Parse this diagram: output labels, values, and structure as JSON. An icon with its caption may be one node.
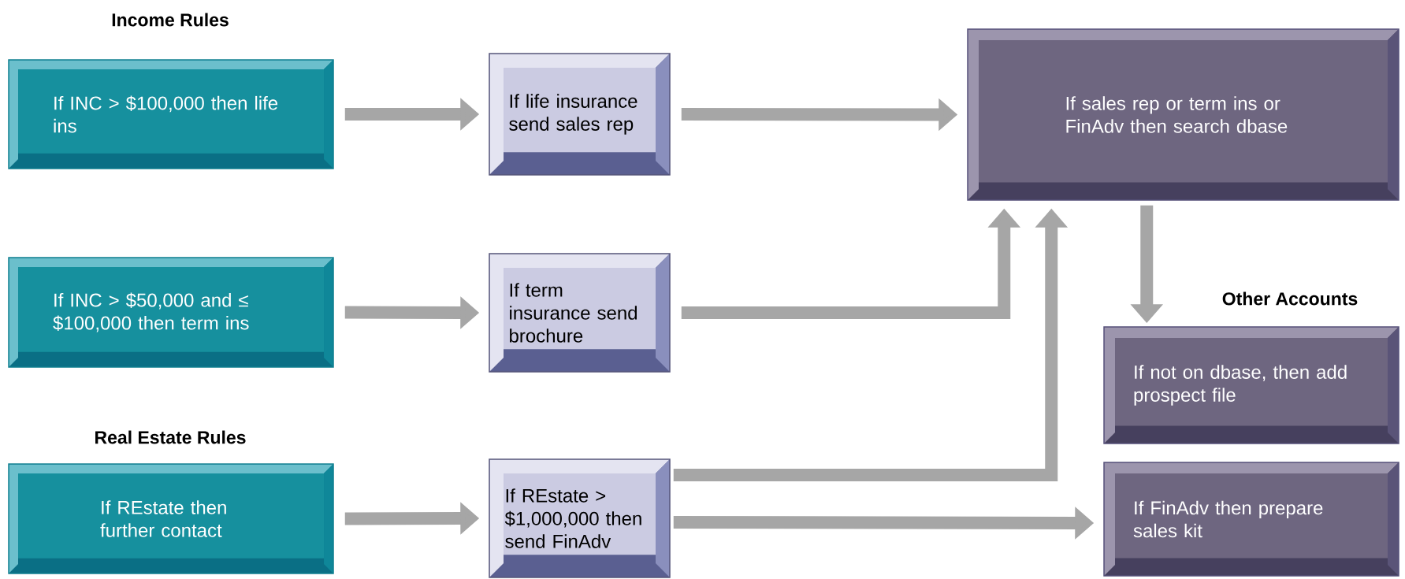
{
  "diagram": {
    "nodes": [
      {
        "text": [
          "If INC > $100,000 then life ins"
        ]
      },
      {
        "text": [
          "If life insurance send sales rep"
        ]
      },
      {
        "text": [
          "If sales rep or term ins or FinAdv then search dbase"
        ]
      },
      {
        "text": [
          "If INC > $50,000 and ≤ $100,000 then term ins"
        ]
      },
      {
        "text": [
          "If term insurance send brochure"
        ]
      },
      {
        "text": [
          "If not on dbase, then add prospect file"
        ]
      },
      {
        "text": [
          "If REstate then further contact"
        ]
      },
      {
        "text": [
          "If REstate > $1,000,000 then send FinAdv"
        ]
      },
      {
        "text": [
          "If FinAdv then prepare sales kit"
        ]
      }
    ],
    "edges": [
      {
        "from": 0,
        "to": 1,
        "arrow": "to"
      },
      {
        "from": 1,
        "to": 2,
        "arrow": "to"
      },
      {
        "from": 3,
        "to": 4,
        "arrow": "to"
      },
      {
        "from": 4,
        "to": 2,
        "arrow": "to"
      },
      {
        "from": 2,
        "to": 5,
        "arrow": "to"
      },
      {
        "from": 6,
        "to": 7,
        "arrow": "to"
      },
      {
        "from": 7,
        "to": 2,
        "arrow": "to"
      },
      {
        "from": 7,
        "to": 8,
        "arrow": "to"
      }
    ],
    "labels": [
      "Income Rules",
      "Other Accounts",
      "Real Estate Rules"
    ]
  }
}
